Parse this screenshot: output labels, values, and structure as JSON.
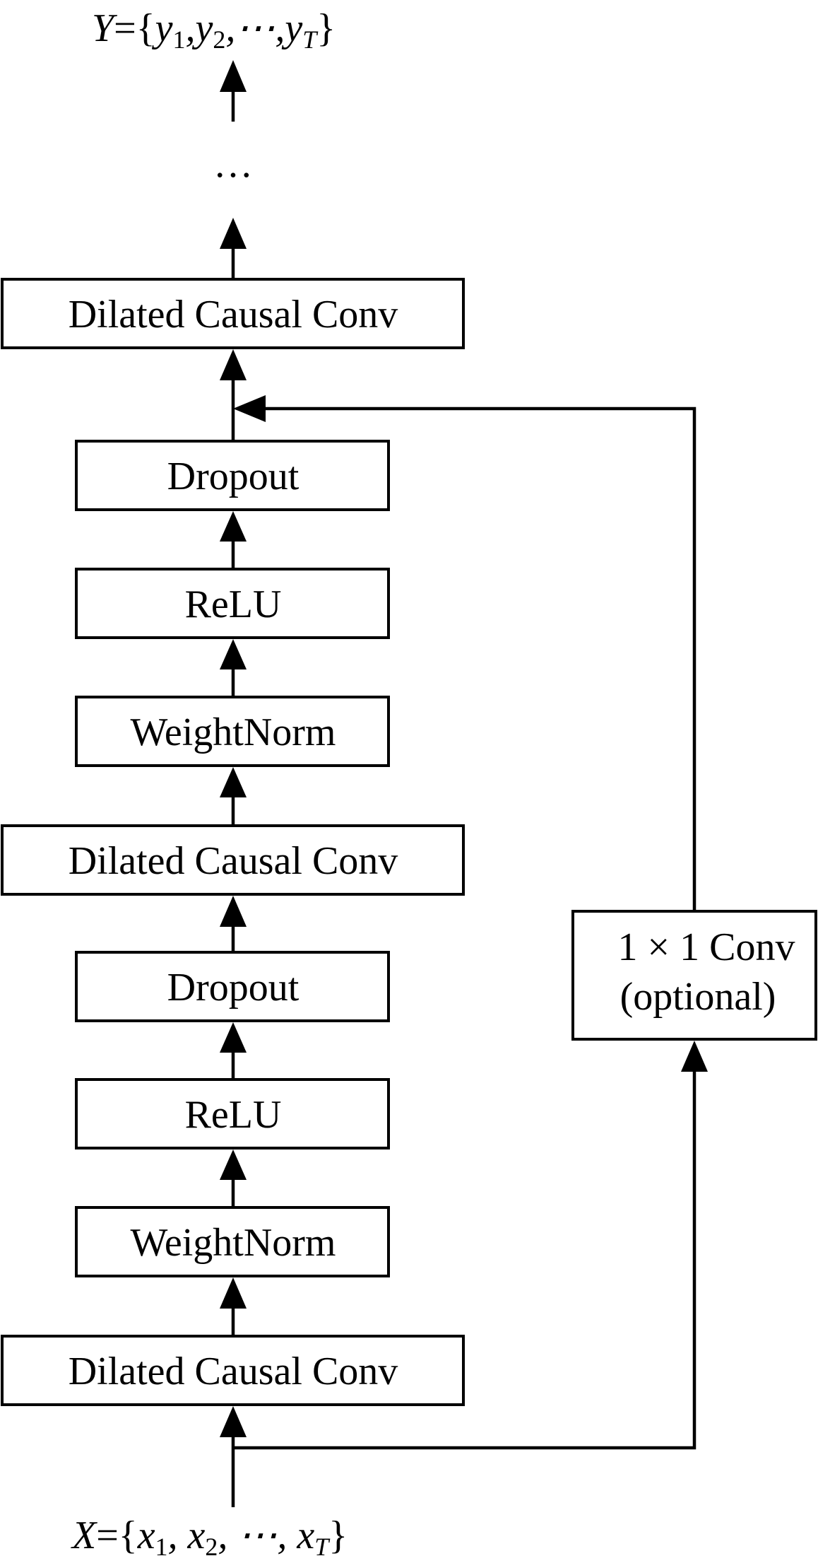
{
  "output_label": {
    "var": "Y",
    "eq": "={",
    "t1": "y",
    "s1": "1",
    "t2": ",y",
    "s2": "2",
    "t3": ",⋯,y",
    "s3": "T",
    "close": "}"
  },
  "ellipsis": "…",
  "input_label": {
    "var": "X",
    "eq": "={",
    "t1": "x",
    "s1": "1",
    "t2": ", x",
    "s2": "2",
    "t3": ", ⋯, x",
    "s3": "T",
    "close": "}"
  },
  "blocks": {
    "conv_top": "Dilated Causal Conv",
    "dropout_top": "Dropout",
    "relu_top": "ReLU",
    "weightnorm_top": "WeightNorm",
    "conv_mid": "Dilated Causal Conv",
    "dropout_bottom": "Dropout",
    "relu_bottom": "ReLU",
    "weightnorm_bottom": "WeightNorm",
    "conv_bottom": "Dilated Causal Conv"
  },
  "residual": {
    "line1": "1 × 1 Conv",
    "line2": "(optional)"
  }
}
